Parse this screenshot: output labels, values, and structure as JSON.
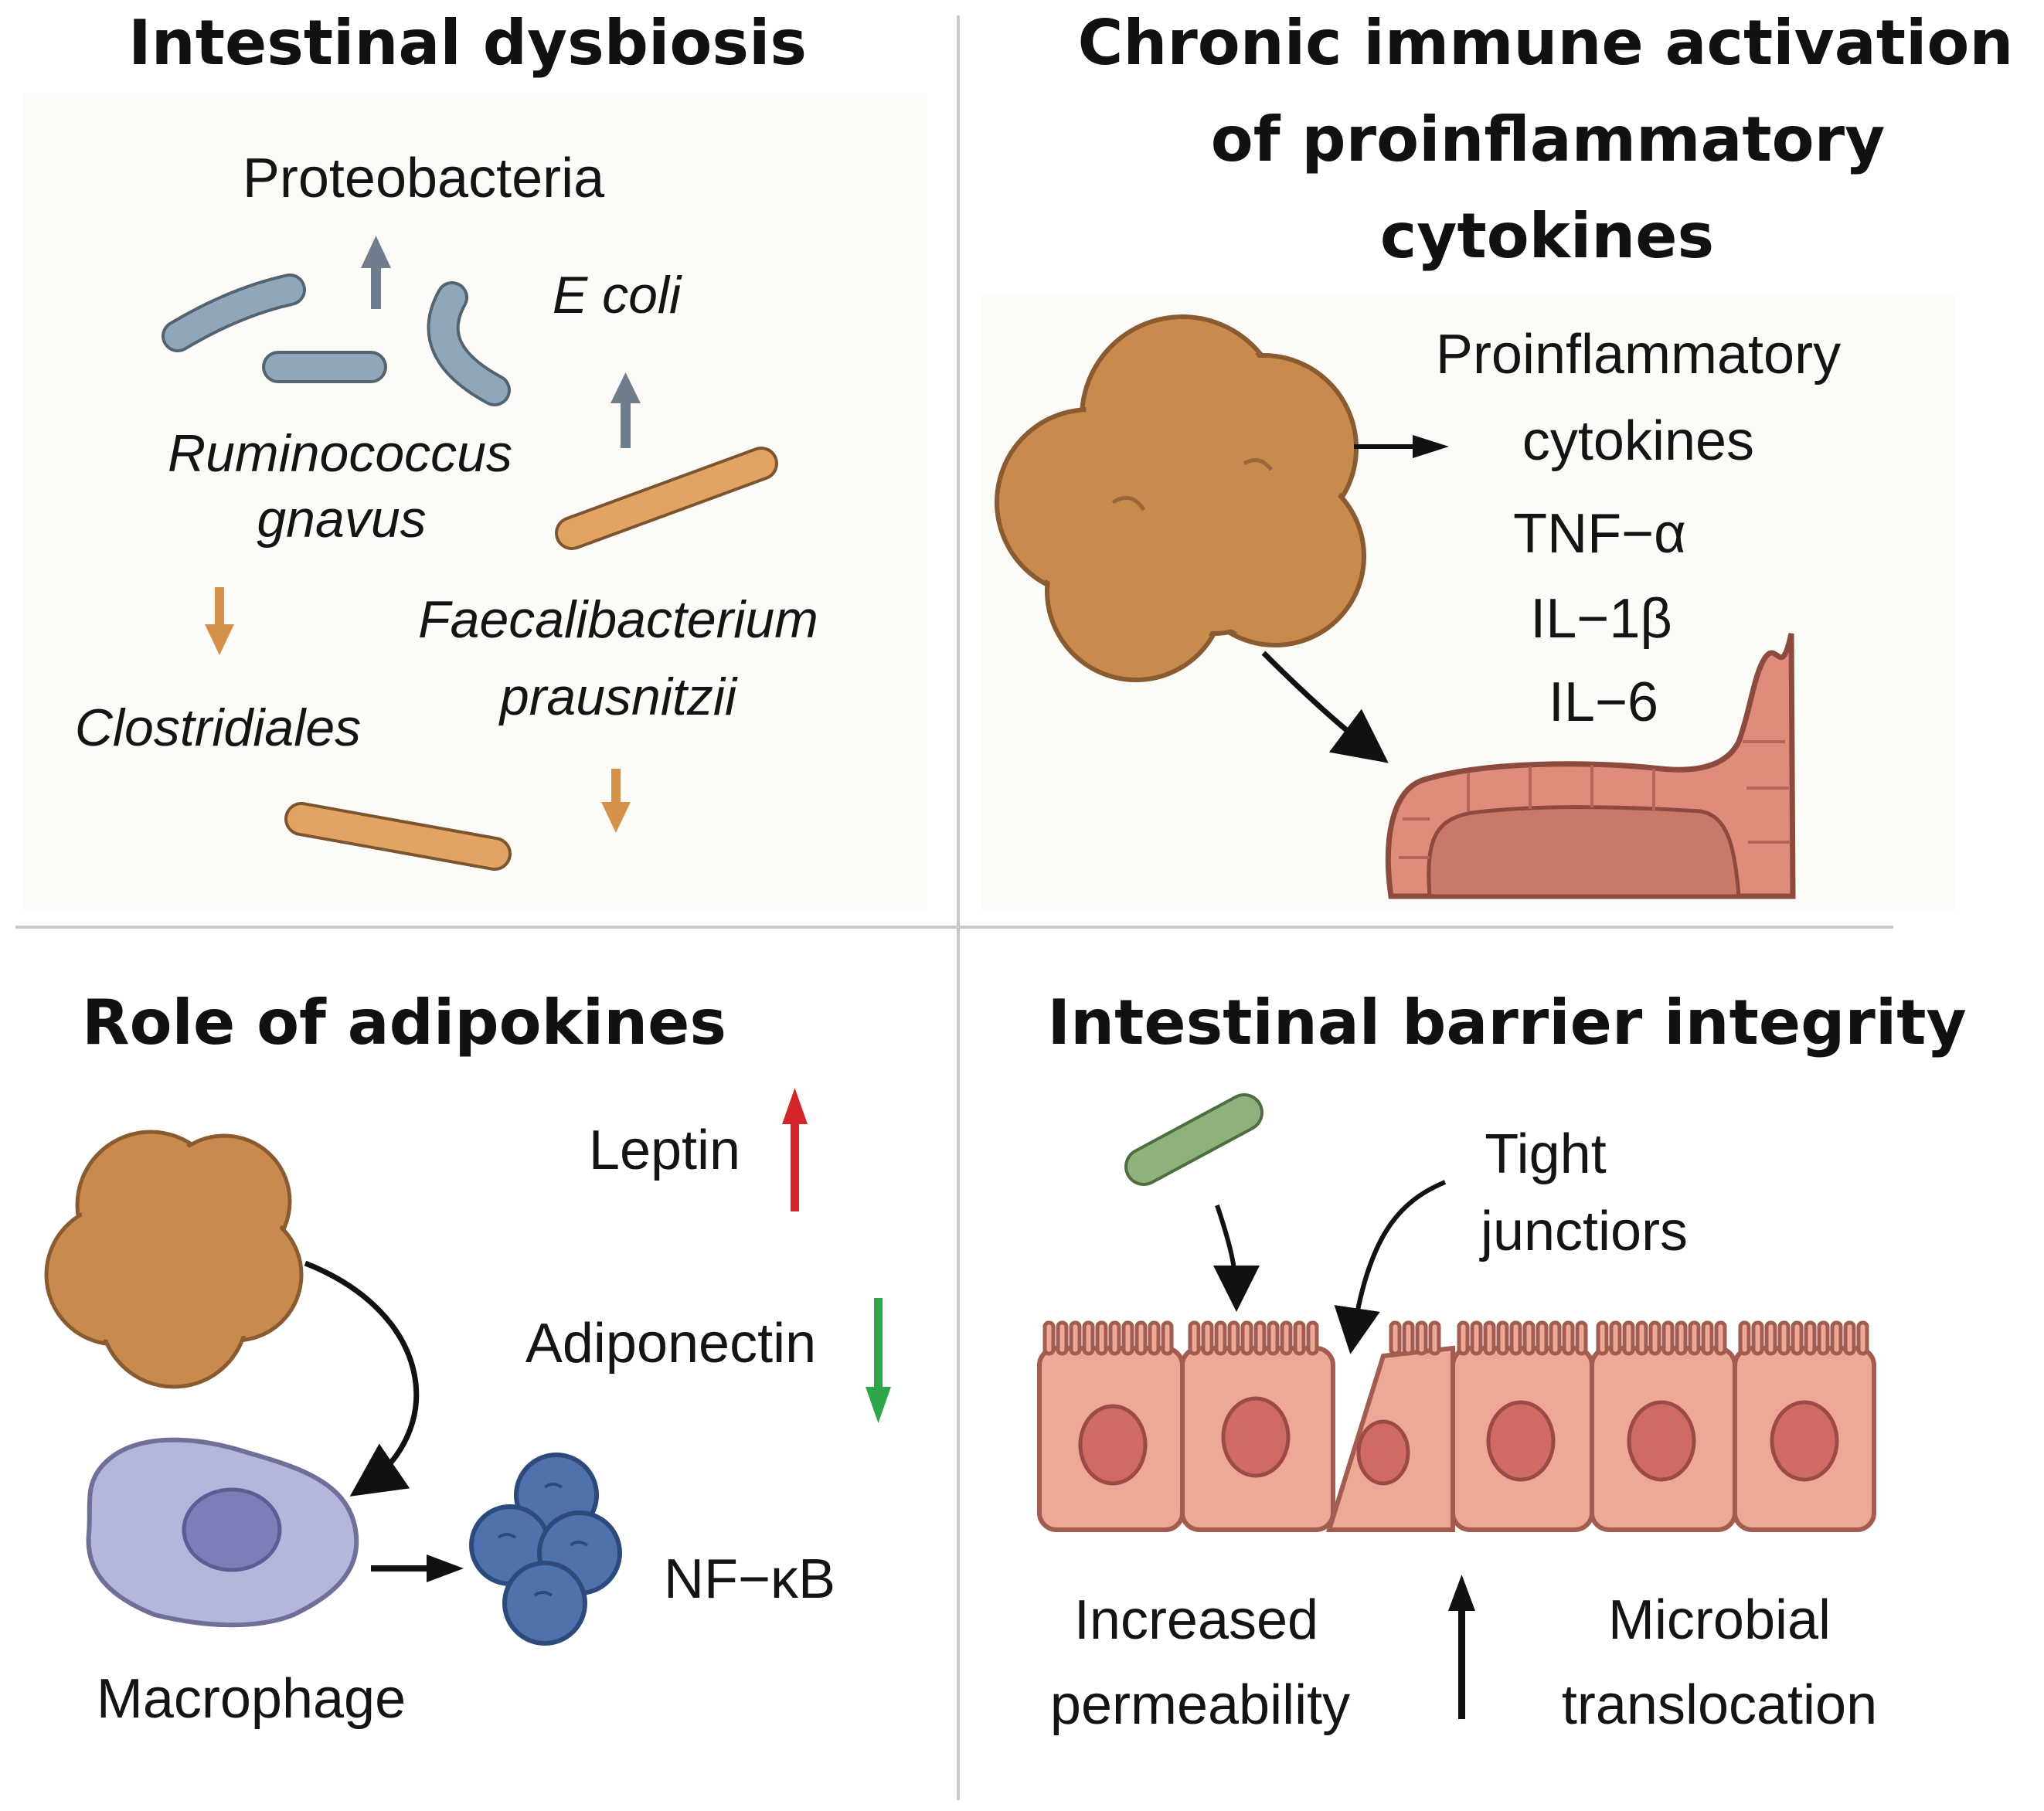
{
  "panels": {
    "dysbiosis": {
      "title": "Intestinal dysbiosis",
      "proteobacteria": "Proteobacteria",
      "ecoli": "E coli",
      "ruminococcus_1": "Ruminococcus",
      "ruminococcus_2": "gnavus",
      "faecali_1": "Faecalibacterium",
      "faecali_2": "prausnitzii",
      "clostridiales": "Clostridiales"
    },
    "immune": {
      "title_1": "Chronic immune activation",
      "title_2": "of proinflammatory",
      "title_3": "cytokines",
      "cytokines_1": "Proinflammatory",
      "cytokines_2": "cytokines",
      "tnf": "TNF−α",
      "il1": "IL−1β",
      "il6": "IL−6"
    },
    "adipokines": {
      "title": "Role of adipokines",
      "leptin": "Leptin",
      "adiponectin": "Adiponectin",
      "nfkb": "NF−κB",
      "macrophage": "Macrophage"
    },
    "barrier": {
      "title": "Intestinal barrier integrity",
      "tight_1": "Tight",
      "tight_2": "junctiors",
      "perm_1": "Increased",
      "perm_2": "permeability",
      "micro_1": "Microbial",
      "micro_2": "translocation"
    }
  },
  "colors": {
    "background": "#ffffff",
    "divider": "#c8c8c8",
    "gray_bacteria": "#8fa7b9",
    "orange_bacteria": "#e3a463",
    "adipocyte": "#c98a4e",
    "intestine": "#e08c7a",
    "macrophage": "#b5b6dc",
    "nfkb_cells": "#4f72ad",
    "green_bacterium": "#8fb17b",
    "epithelium": "#eea896",
    "nucleus": "#cf6b64",
    "arrow_up_gray": "#6f7e8d",
    "arrow_orange": "#d4914a",
    "leptin_arrow": "#d4262a",
    "adiponectin_arrow": "#2fa64a"
  }
}
